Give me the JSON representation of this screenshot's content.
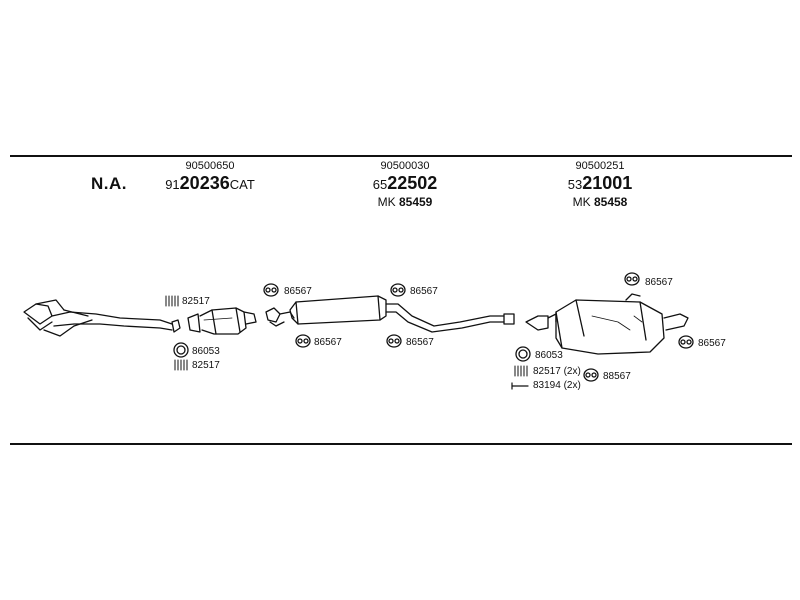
{
  "header": {
    "region": "N.A."
  },
  "groups": [
    {
      "oe_number": "90500650",
      "prefix": "91",
      "main": "20236",
      "suffix": "CAT",
      "mk_prefix": "",
      "mk_number": ""
    },
    {
      "oe_number": "90500030",
      "prefix": "65",
      "main": "22502",
      "suffix": "",
      "mk_prefix": "MK",
      "mk_number": "85459"
    },
    {
      "oe_number": "90500251",
      "prefix": "53",
      "main": "21001",
      "suffix": "",
      "mk_prefix": "MK",
      "mk_number": "85458"
    }
  ],
  "parts": {
    "cat_clamp_top": "82517",
    "cat_ring": "86053",
    "cat_clamp_bottom": "82517",
    "mid_hanger_top_left": "86567",
    "mid_hanger_top_right": "86567",
    "mid_hanger_bottom_left": "86567",
    "mid_hanger_bottom_right": "86567",
    "rear_hanger_top": "86567",
    "rear_hanger_right": "86567",
    "rear_ring": "86053",
    "rear_clamp": "82517 (2x)",
    "rear_bolt": "83194 (2x)",
    "rear_hanger_bottom": "88567"
  }
}
